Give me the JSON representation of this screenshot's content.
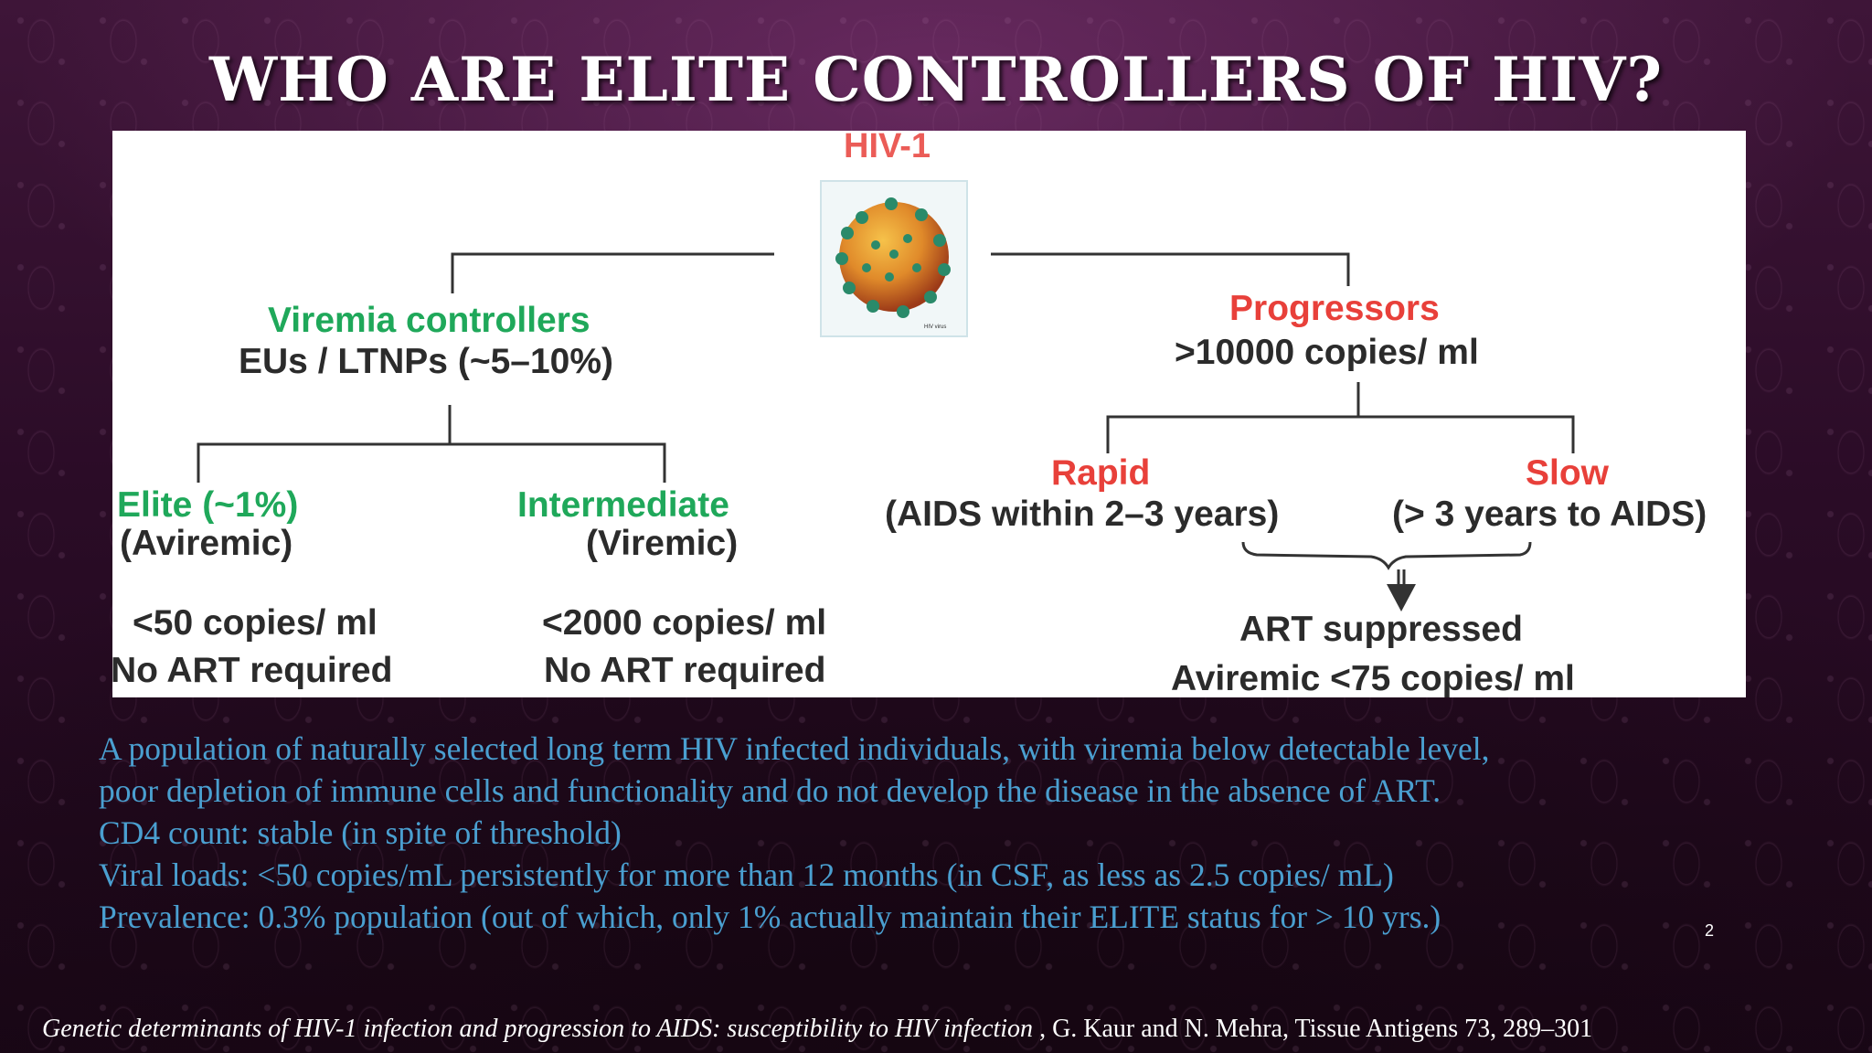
{
  "title": "WHO ARE ELITE CONTROLLERS OF HIV?",
  "diagram": {
    "virus_label": "HIV-1",
    "virus_caption": "HIV virus",
    "viremia_controllers": {
      "label": "Viremia controllers",
      "sub": "EUs / LTNPs (~5–10%)"
    },
    "progressors": {
      "label": "Progressors",
      "sub": ">10000 copies/ ml"
    },
    "elite": {
      "label": "Elite (~1%)",
      "sub": "(Aviremic)",
      "copies": "<50 copies/ ml",
      "art": "No ART required"
    },
    "intermediate": {
      "label": "Intermediate",
      "sub": "(Viremic)",
      "copies": "<2000 copies/ ml",
      "art": "No ART required"
    },
    "rapid": {
      "label": "Rapid",
      "sub": "(AIDS within 2–3 years)"
    },
    "slow": {
      "label": "Slow",
      "sub": "(> 3 years to AIDS)"
    },
    "art_suppressed": {
      "line1": "ART suppressed",
      "line2": "Aviremic <75 copies/ ml"
    }
  },
  "description": {
    "line1": "A population of naturally selected long term HIV infected individuals, with viremia below detectable level,",
    "line2": "poor depletion of immune cells and functionality and do not develop the disease in the absence of ART.",
    "line3": "CD4 count: stable (in spite of threshold)",
    "line4": "Viral loads: <50 copies/mL persistently for more than 12 months (in CSF, as less as 2.5 copies/ mL)",
    "line5": "Prevalence: 0.3% population (out of which, only 1% actually maintain their ELITE status for > 10 yrs.)"
  },
  "slide_number": "2",
  "citation": {
    "italic": "Genetic determinants of HIV-1 infection and progression to AIDS: susceptibility to HIV infection",
    "rest": " , G. Kaur and N. Mehra, Tissue Antigens 73, 289–301"
  },
  "colors": {
    "green": "#1fa85a",
    "red": "#e8403a",
    "body_text": "#4a9fd0"
  }
}
